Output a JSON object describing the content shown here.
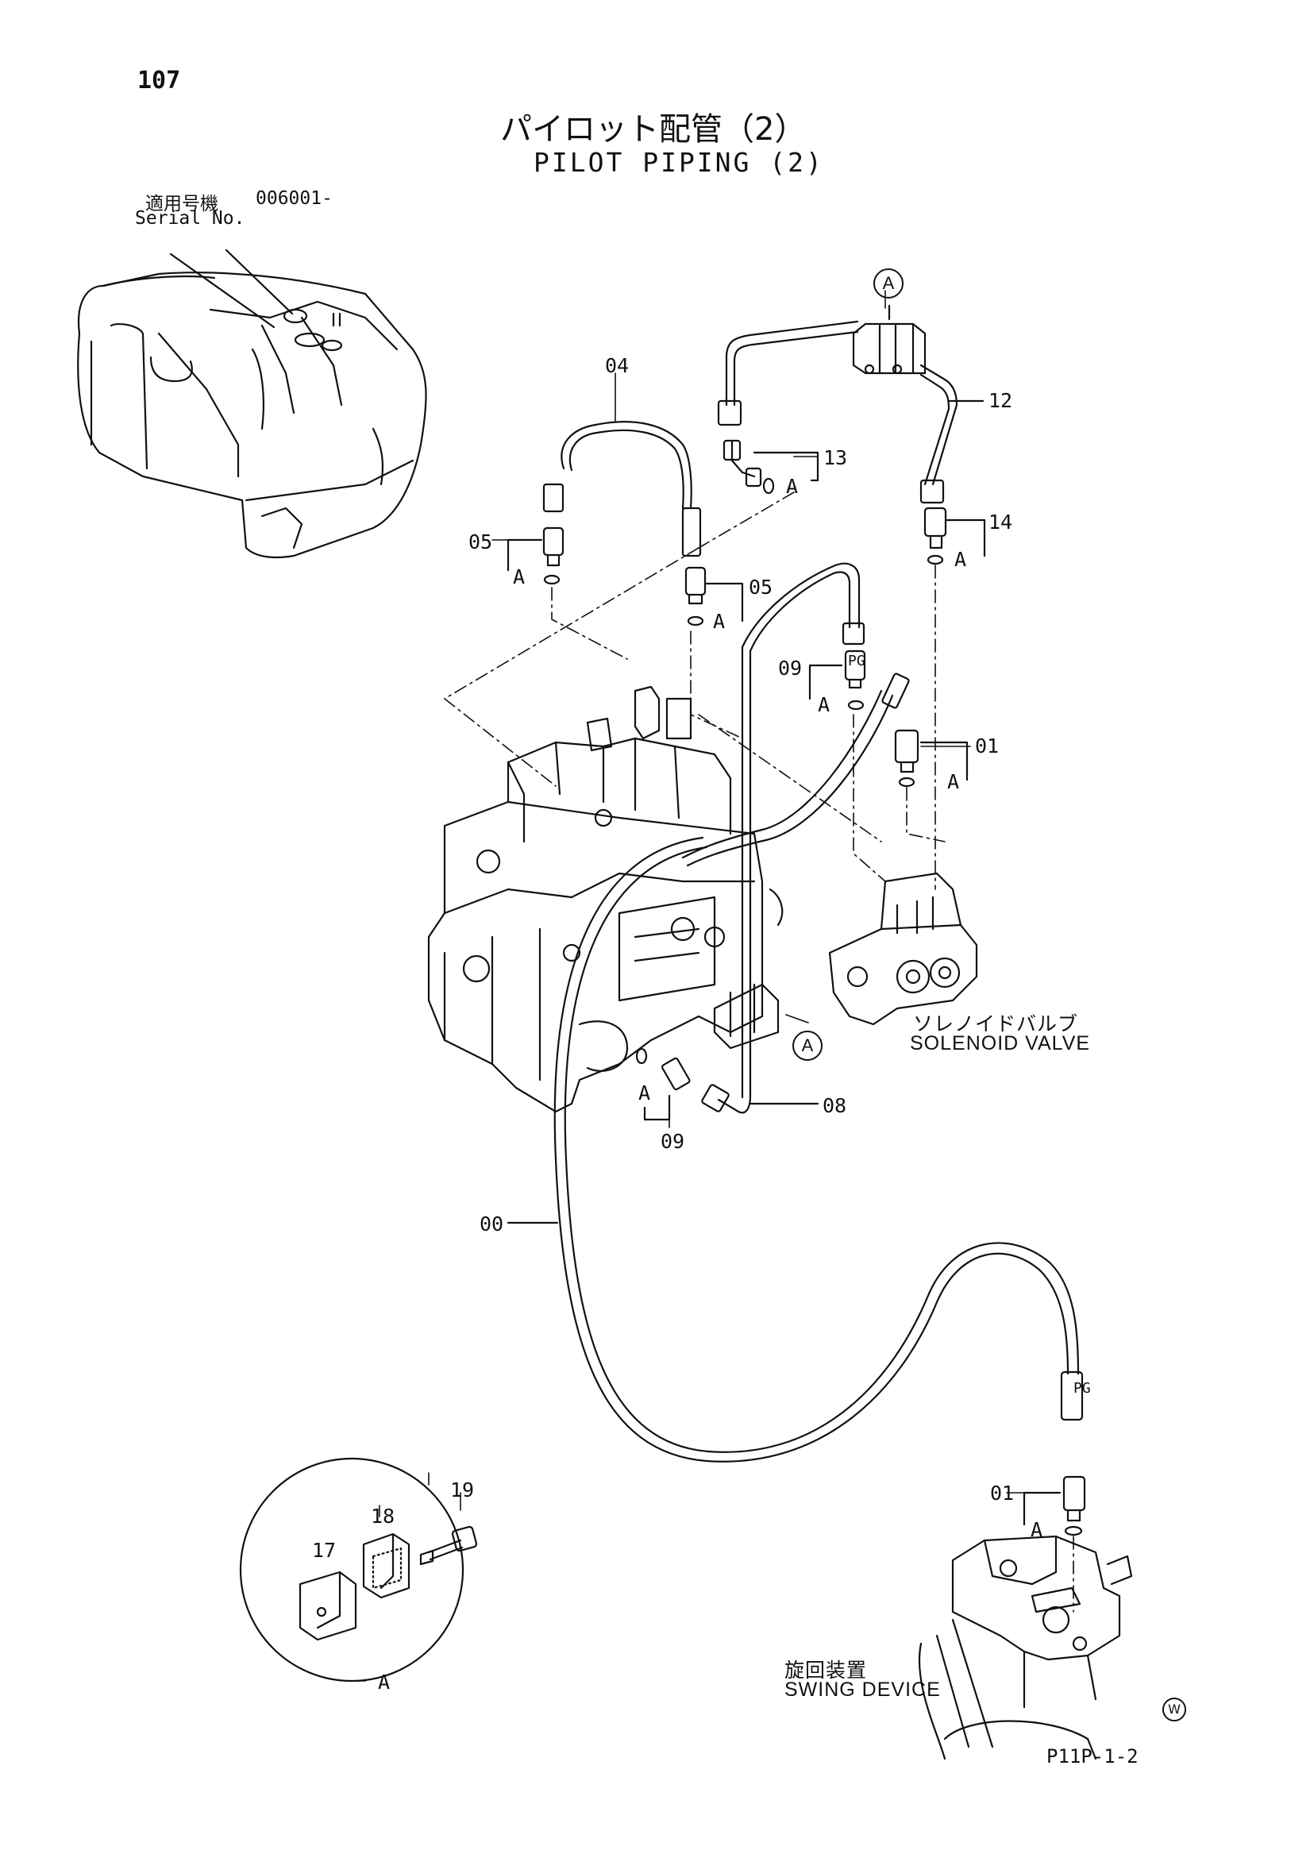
{
  "header": {
    "page_number": "107",
    "title_jp": "パイロット配管（2）",
    "title_en": "PILOT PIPING (2)",
    "serial_label_jp": "適用号機",
    "serial_number": "006001-",
    "serial_label_en": "Serial No."
  },
  "part_labels": {
    "p04": "04",
    "p12": "12",
    "p13": "13",
    "p14": "14",
    "p05a": "05",
    "p05b": "05",
    "p09a": "09",
    "p09b": "09",
    "p01a": "01",
    "p01b": "01",
    "p08": "08",
    "p00": "00",
    "p17": "17",
    "p18": "18",
    "p19": "19",
    "pg_top": "PG",
    "pg_bottom": "PG"
  },
  "ref_marks": {
    "A_circle_top": "A",
    "A_circle_mid": "A",
    "A_13": "A",
    "A_14": "A",
    "A_05a": "A",
    "A_05b": "A",
    "A_09a": "A",
    "A_01a": "A",
    "A_09b": "A",
    "A_01b": "A",
    "A_detail": "A"
  },
  "captions": {
    "solenoid_jp": "ソレノイドバルブ",
    "solenoid_en": "SOLENOID VALVE",
    "swing_jp": "旋回装置",
    "swing_en": "SWING DEVICE"
  },
  "footer": {
    "drawing_code": "P11P-1-2",
    "w_mark": "W"
  }
}
